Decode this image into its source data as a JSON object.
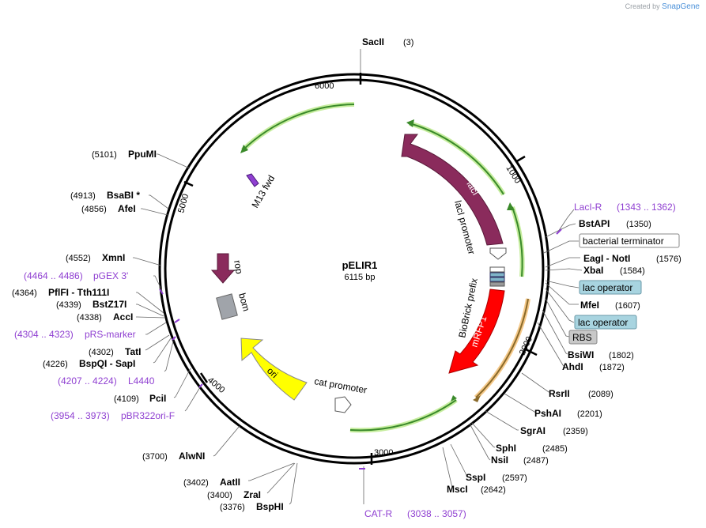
{
  "watermark": {
    "prefix": "Created by",
    "brand": "SnapGene"
  },
  "plasmid": {
    "name": "pELIR1",
    "length": "6115 bp"
  },
  "ticks": [
    "1000",
    "2000",
    "3000",
    "4000",
    "5000",
    "6000"
  ],
  "features": [
    {
      "name": "lacI",
      "color": "#8a2b5c"
    },
    {
      "name": "lacI promoter"
    },
    {
      "name": "BioBrick prefix"
    },
    {
      "name": "mRFP1",
      "color": "#ff0000"
    },
    {
      "name": "cat promoter"
    },
    {
      "name": "ori",
      "color": "#ffff00"
    },
    {
      "name": "bom"
    },
    {
      "name": "rop",
      "color": "#8a2b5c"
    },
    {
      "name": "M13 fwd"
    }
  ],
  "sites": [
    {
      "name": "SacII",
      "pos": "(3)"
    },
    {
      "name": "LacI-R",
      "pos": "(1343 .. 1362)",
      "type": "primer"
    },
    {
      "name": "BstAPI",
      "pos": "(1350)"
    },
    {
      "name": "bacterial terminator",
      "type": "box-white"
    },
    {
      "name": "EagI - NotI",
      "pos": "(1576)"
    },
    {
      "name": "XbaI",
      "pos": "(1584)"
    },
    {
      "name": "lac operator",
      "type": "box-blue"
    },
    {
      "name": "MfeI",
      "pos": "(1607)"
    },
    {
      "name": "lac operator",
      "type": "box-blue"
    },
    {
      "name": "RBS",
      "type": "box-gray"
    },
    {
      "name": "BsiWI",
      "pos": "(1802)"
    },
    {
      "name": "AhdI",
      "pos": "(1872)"
    },
    {
      "name": "RsrII",
      "pos": "(2089)"
    },
    {
      "name": "PshAI",
      "pos": "(2201)"
    },
    {
      "name": "SgrAI",
      "pos": "(2359)"
    },
    {
      "name": "SphI",
      "pos": "(2485)"
    },
    {
      "name": "NsiI",
      "pos": "(2487)"
    },
    {
      "name": "SspI",
      "pos": "(2597)"
    },
    {
      "name": "MscI",
      "pos": "(2642)"
    },
    {
      "name": "CAT-R",
      "pos": "(3038 .. 3057)",
      "type": "primer"
    },
    {
      "name": "BspHI",
      "pos": "(3376)"
    },
    {
      "name": "ZraI",
      "pos": "(3400)"
    },
    {
      "name": "AatII",
      "pos": "(3402)"
    },
    {
      "name": "AlwNI",
      "pos": "(3700)"
    },
    {
      "name": "pBR322ori-F",
      "pos": "(3954 .. 3973)",
      "type": "primer"
    },
    {
      "name": "PciI",
      "pos": "(4109)"
    },
    {
      "name": "L4440",
      "pos": "(4207 .. 4224)",
      "type": "primer"
    },
    {
      "name": "BspQI - SapI",
      "pos": "(4226)"
    },
    {
      "name": "TatI",
      "pos": "(4302)"
    },
    {
      "name": "pRS-marker",
      "pos": "(4304 .. 4323)",
      "type": "primer"
    },
    {
      "name": "AccI",
      "pos": "(4338)"
    },
    {
      "name": "BstZ17I",
      "pos": "(4339)"
    },
    {
      "name": "PflFI - Tth111I",
      "pos": "(4364)"
    },
    {
      "name": "pGEX 3'",
      "pos": "(4464 .. 4486)",
      "type": "primer"
    },
    {
      "name": "XmnI",
      "pos": "(4552)"
    },
    {
      "name": "AfeI",
      "pos": "(4856)"
    },
    {
      "name": "BsaBI *",
      "pos": "(4913)"
    },
    {
      "name": "PpuMI",
      "pos": "(5101)"
    }
  ]
}
